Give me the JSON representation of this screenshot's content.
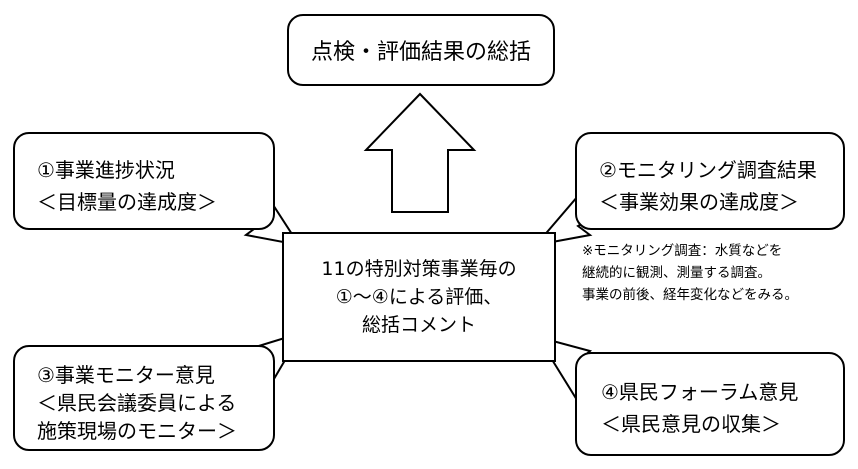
{
  "top_box": {
    "text": "点検・評価結果の総括"
  },
  "center_box": {
    "lines": [
      "11の特別対策事業毎の",
      "①～④による評価、",
      "総括コメント"
    ]
  },
  "box1": {
    "lines": [
      "①事業進捗状況",
      "＜目標量の達成度＞"
    ]
  },
  "box2": {
    "lines": [
      "②モニタリング調査結果",
      "＜事業効果の達成度＞"
    ]
  },
  "box3": {
    "lines": [
      "③事業モニター意見",
      "＜県民会議委員による",
      "施策現場のモニター＞"
    ]
  },
  "box4": {
    "lines": [
      "④県民フォーラム意見",
      "＜県民意見の収集＞"
    ]
  },
  "note": {
    "lines": [
      "※モニタリング調査：水質などを",
      "継続的に観測、測量する調査。",
      "事業の前後、経年変化などをみる。"
    ]
  }
}
